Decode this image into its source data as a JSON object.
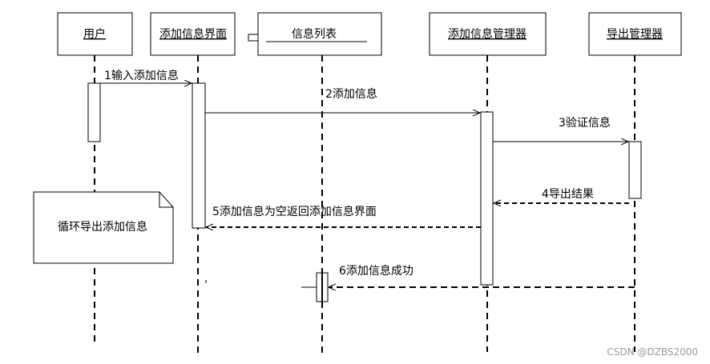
{
  "lifelines": [
    {
      "label": "用户"
    },
    {
      "label": "添加信息界面"
    },
    {
      "label": "信息列表"
    },
    {
      "label": "添加信息管理器"
    },
    {
      "label": "导出管理器"
    }
  ],
  "messages": [
    {
      "label": "1输入添加信息",
      "style": "solid"
    },
    {
      "label": "2添加信息",
      "style": "solid"
    },
    {
      "label": "3验证信息",
      "style": "solid"
    },
    {
      "label": "4导出结果",
      "style": "dashed"
    },
    {
      "label": "5添加信息为空返回添加信息界面",
      "style": "dashed"
    },
    {
      "label": "6添加信息成功",
      "style": "dashed"
    }
  ],
  "note": {
    "text": "循环导出添加信息"
  },
  "watermark": "CSDN @DZBS2000"
}
